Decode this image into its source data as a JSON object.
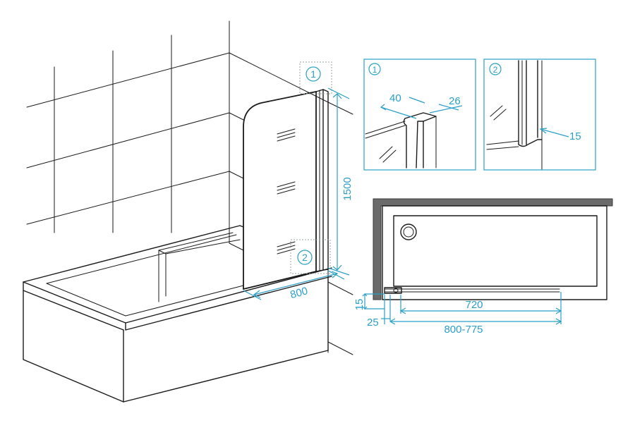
{
  "labels": {
    "callout_1": "1",
    "callout_2": "2",
    "detail_1_tag": "1",
    "detail_2_tag": "2"
  },
  "dimensions": {
    "height": "1500",
    "width": "800",
    "profile_a": "40",
    "profile_b": "26",
    "seal": "15",
    "plan_panel": "720",
    "plan_range": "800-775",
    "plan_depth": "15",
    "plan_offset": "25"
  },
  "colors": {
    "dimension": "#2a9fc7",
    "line": "#1a1a1a",
    "wall_section": "#6b6b6b"
  }
}
